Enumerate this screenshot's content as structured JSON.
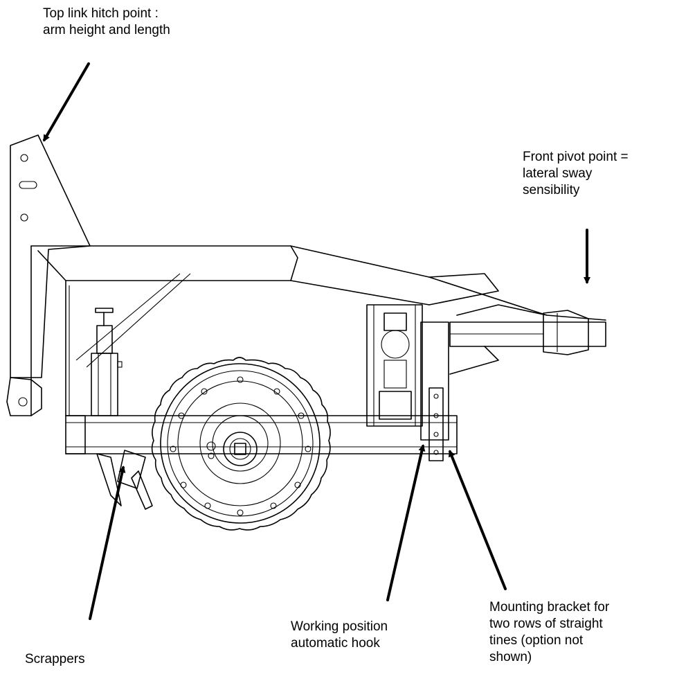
{
  "annotations": {
    "top_link": "Top link hitch point :\narm height and length",
    "front_pivot": "Front pivot point =\nlateral sway\nsensibility",
    "scrappers": "Scrappers",
    "working_position": "Working position\nautomatic hook",
    "mounting_bracket": "Mounting bracket for\ntwo rows of straight\ntines (option not\nshown)"
  }
}
